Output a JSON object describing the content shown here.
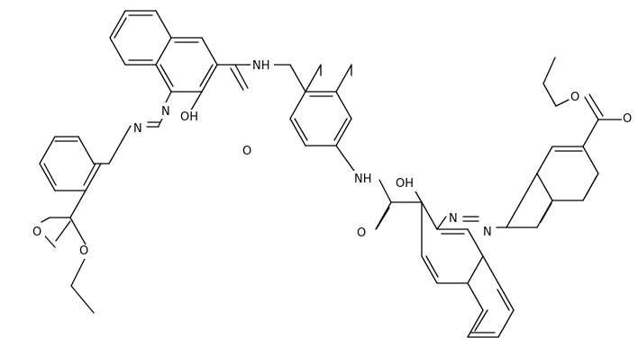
{
  "labels": {
    "NH": "NH",
    "OH": "OH",
    "O": "O",
    "N": "N"
  },
  "colors": {
    "ink": "#000000",
    "background": "#ffffff"
  }
}
